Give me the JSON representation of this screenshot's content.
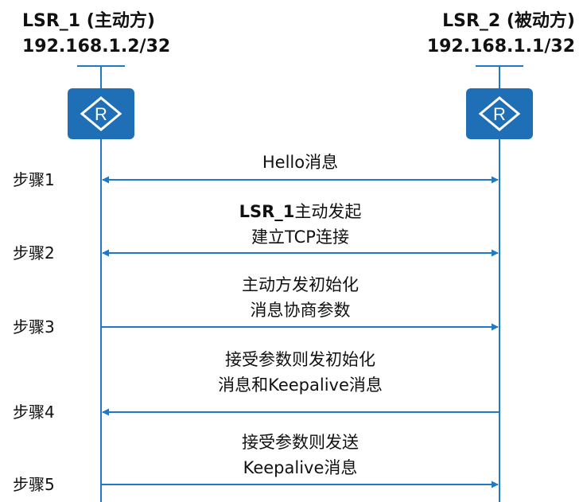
{
  "left_node": {
    "name": "LSR_1 (主动方)",
    "address": "192.168.1.2/32",
    "router_glyph": "R"
  },
  "right_node": {
    "name": "LSR_2 (被动方)",
    "address": "192.168.1.1/32",
    "router_glyph": "R"
  },
  "colors": {
    "line": "#1f78c8",
    "router": "#1f6fb7",
    "text": "#111111"
  },
  "steps": [
    {
      "label": "步骤1",
      "message": [
        "Hello消息"
      ],
      "direction": "both",
      "bold_prefix": ""
    },
    {
      "label": "步骤2",
      "message": [
        "主动发起",
        "建立TCP连接"
      ],
      "direction": "both",
      "bold_prefix": "LSR_1"
    },
    {
      "label": "步骤3",
      "message": [
        "主动方发初始化",
        "消息协商参数"
      ],
      "direction": "right",
      "bold_prefix": ""
    },
    {
      "label": "步骤4",
      "message": [
        "接受参数则发初始化",
        "消息和Keepalive消息"
      ],
      "direction": "left",
      "bold_prefix": ""
    },
    {
      "label": "步骤5",
      "message": [
        "接受参数则发送",
        "Keepalive消息"
      ],
      "direction": "right",
      "bold_prefix": ""
    }
  ]
}
